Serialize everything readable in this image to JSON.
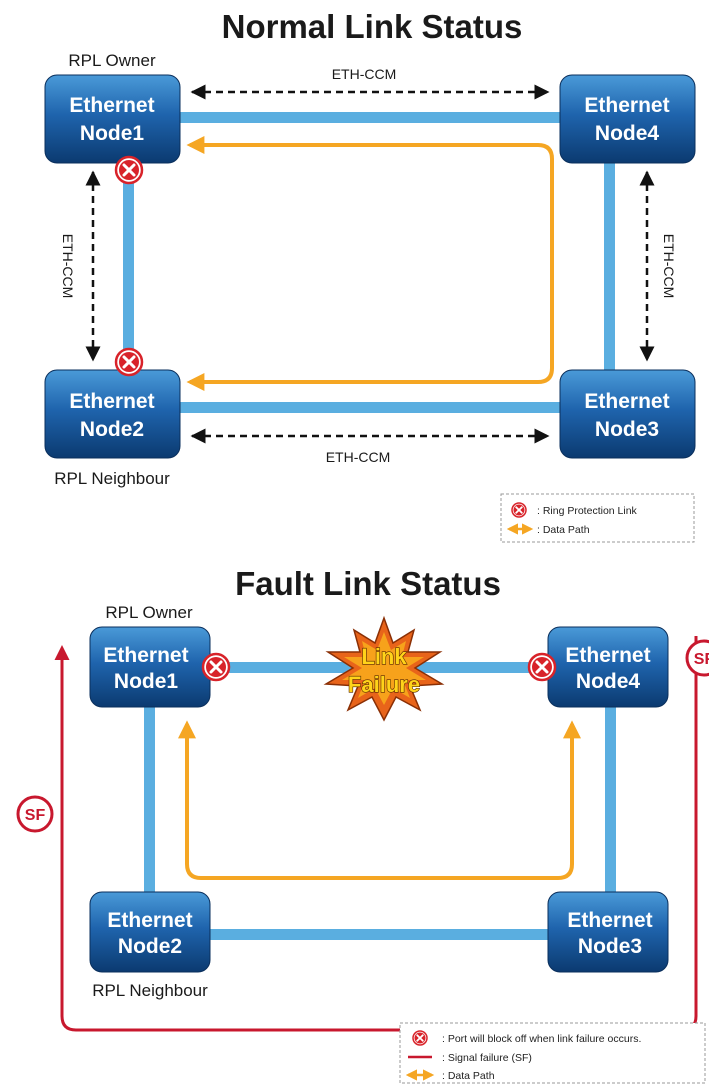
{
  "top": {
    "title": "Normal Link Status",
    "owner_label": "RPL Owner",
    "neighbour_label": "RPL Neighbour",
    "ccm_label": "ETH-CCM",
    "nodes": [
      {
        "line1": "Ethernet",
        "line2": "Node1"
      },
      {
        "line1": "Ethernet",
        "line2": "Node4"
      },
      {
        "line1": "Ethernet",
        "line2": "Node2"
      },
      {
        "line1": "Ethernet",
        "line2": "Node3"
      }
    ],
    "legend": {
      "rpl_link": ": Ring Protection Link",
      "data_path": ": Data Path"
    }
  },
  "bottom": {
    "title": "Fault Link Status",
    "owner_label": "RPL Owner",
    "neighbour_label": "RPL Neighbour",
    "failure_line1": "Link",
    "failure_line2": "Failure",
    "sf_label": "SF",
    "nodes": [
      {
        "line1": "Ethernet",
        "line2": "Node1"
      },
      {
        "line1": "Ethernet",
        "line2": "Node4"
      },
      {
        "line1": "Ethernet",
        "line2": "Node2"
      },
      {
        "line1": "Ethernet",
        "line2": "Node3"
      }
    ],
    "legend": {
      "port_block": ": Port will block off when link failure occurs.",
      "signal_failure": ": Signal failure (SF)",
      "data_path": ": Data Path"
    }
  },
  "colors": {
    "link": "#5aaee0",
    "data_path": "#f5a623",
    "signal_failure": "#c8182e",
    "node_top": "#3f8fd0",
    "node_bottom": "#0c3f78",
    "block_red": "#d8232a"
  }
}
